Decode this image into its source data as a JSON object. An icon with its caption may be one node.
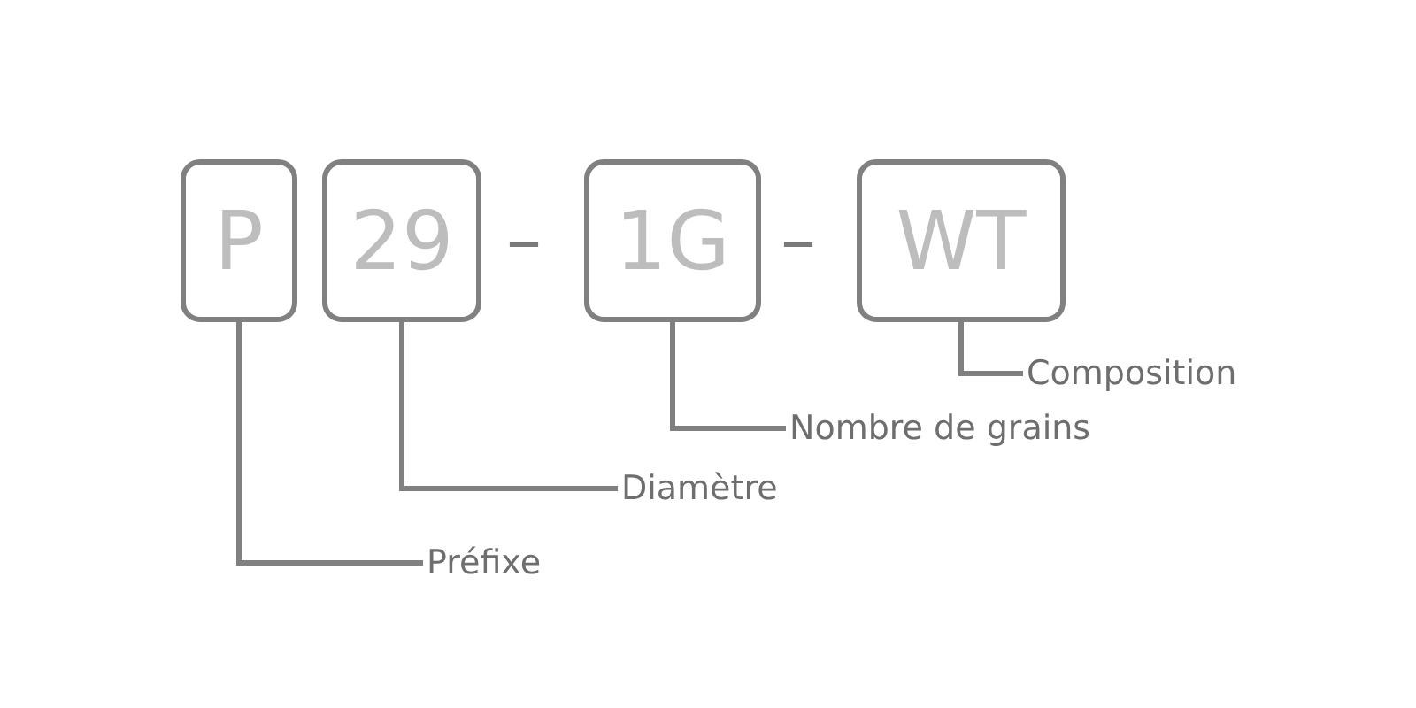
{
  "diagram": {
    "nodes": [
      {
        "text": [
          "P"
        ]
      },
      {
        "text": [
          "29"
        ]
      },
      {
        "text": [
          "1G"
        ]
      },
      {
        "text": [
          "WT"
        ]
      },
      {
        "text": [
          "Composition"
        ]
      },
      {
        "text": [
          "Nombre de grains"
        ]
      },
      {
        "text": [
          "Diamètre"
        ]
      },
      {
        "text": [
          "Préfixe"
        ]
      }
    ],
    "edges": [
      {
        "from": 4,
        "to": 3,
        "arrow": "none"
      },
      {
        "from": 5,
        "to": 2,
        "arrow": "none"
      },
      {
        "from": 6,
        "to": 1,
        "arrow": "none"
      },
      {
        "from": 7,
        "to": 0,
        "arrow": "none"
      }
    ],
    "labels": [
      "–",
      "–"
    ]
  }
}
